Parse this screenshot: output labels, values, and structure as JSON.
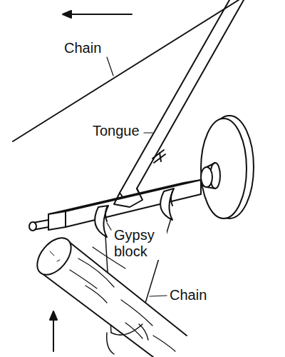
{
  "diagram": {
    "labels": [
      "Chain",
      "Tongue",
      "Gypsy block",
      "Chain"
    ]
  }
}
